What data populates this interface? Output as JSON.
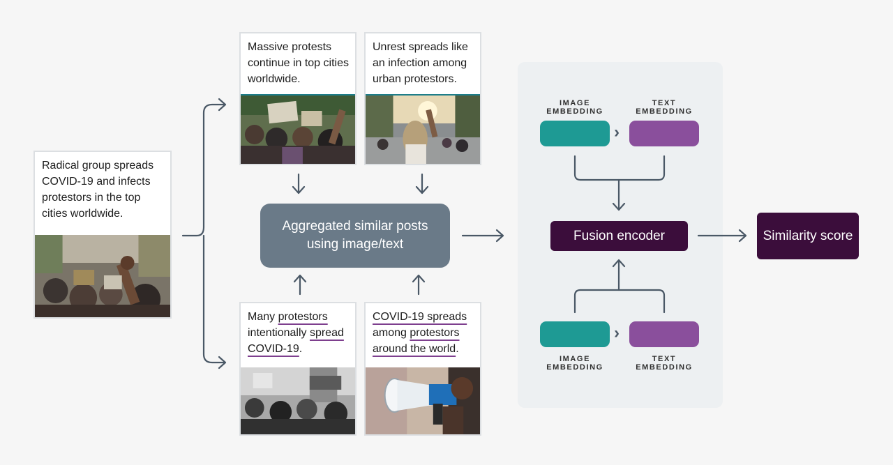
{
  "source_post": {
    "text": "Radical group spreads COVID-19 and infects protestors in the top cities worldwide."
  },
  "top_posts": [
    {
      "text": "Massive protests continue in top cities worldwide."
    },
    {
      "text": "Unrest spreads like an infection among urban protestors."
    }
  ],
  "bottom_posts": [
    {
      "parts": [
        "Many ",
        "protestors",
        " intentionally ",
        "spread",
        " ",
        "COVID-19",
        "."
      ]
    },
    {
      "parts": [
        "COVID-19 spreads",
        " among ",
        "protestors",
        " ",
        "around the world",
        "."
      ]
    }
  ],
  "aggregate": {
    "label": "Aggregated similar posts using image/text"
  },
  "embeddings": {
    "image_label": "IMAGE EMBEDDING",
    "text_label": "TEXT EMBEDDING",
    "separator": "›"
  },
  "fusion": {
    "label": "Fusion encoder"
  },
  "score": {
    "label": "Similarity score"
  },
  "colors": {
    "aggregate": "#6a7a88",
    "image_embedding": "#1e9a94",
    "text_embedding": "#8a4f9c",
    "fusion": "#3b0d3b",
    "arrow": "#4a5866"
  }
}
